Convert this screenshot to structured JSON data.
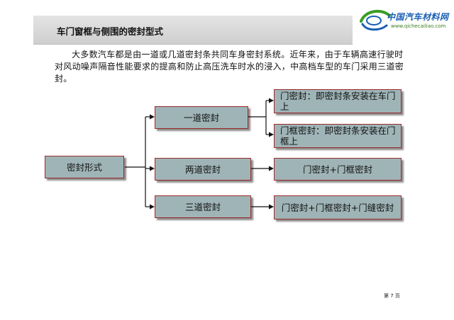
{
  "header": {
    "title": "车门窗框与侧围的密封型式"
  },
  "logo": {
    "name": "中国汽车材料网",
    "url": "www.qichecailiao.com",
    "accent_color": "#1a5fb4",
    "icon": "car-swoosh-logo-icon"
  },
  "intro": {
    "text": "大多数汽车都是由一道或几道密封条共同车身密封系统。近年来，由于车辆高速行驶时对风动噪声隔音性能要求的提高和防止高压洗车时水的浸入，中高档车型的车门采用三道密封。"
  },
  "diagram": {
    "root": "密封形式",
    "level1": [
      "一道密封",
      "两道密封",
      "三道密封"
    ],
    "level2": {
      "single_a": "门密封：即密封条安装在车门上",
      "single_b": "门框密封：即密封条安装在门框上",
      "double": "门密封+门框密封",
      "triple": "门密封+门框密封+门缝密封"
    },
    "box_fill_color": "#9fb4b7",
    "box_border_color": "#9c2b2b"
  },
  "footer": {
    "page": "第 7 页"
  }
}
